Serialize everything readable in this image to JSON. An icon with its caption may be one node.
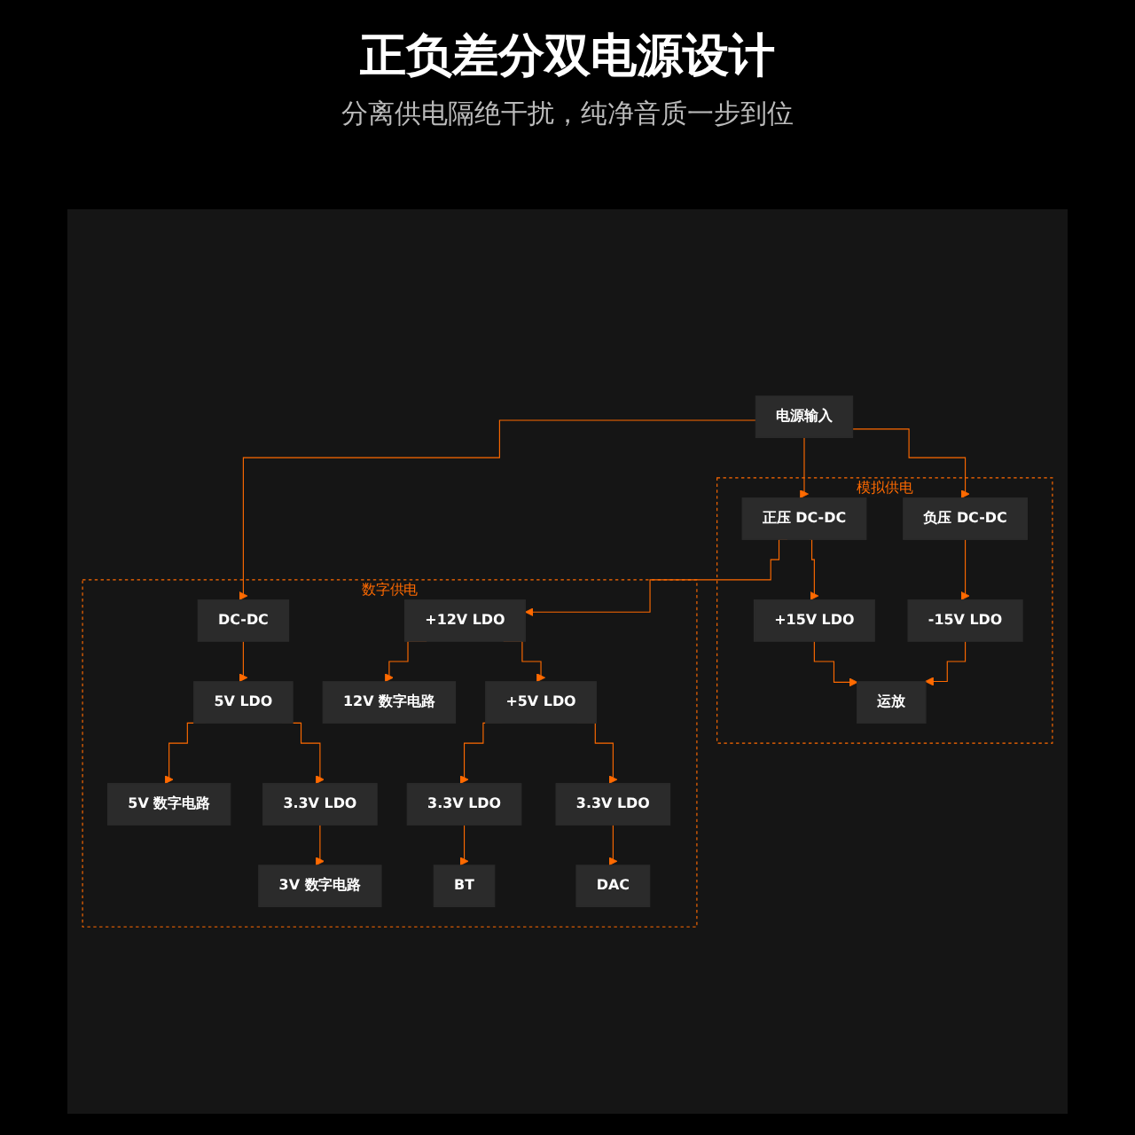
{
  "diagram": {
    "title": "正负差分双电源设计",
    "caption": "分离供电隔绝干扰，纯净音质一步到位",
    "nodes": [
      {
        "text": [
          "电源输入"
        ]
      },
      {
        "text": [
          "数字供电"
        ]
      },
      {
        "text": [
          "DC-DC"
        ],
        "in": 1
      },
      {
        "text": [
          "5V LDO"
        ],
        "in": 1
      },
      {
        "text": [
          "5V 数字电路"
        ],
        "in": 1
      },
      {
        "text": [
          "3.3V LDO"
        ],
        "in": 1
      },
      {
        "text": [
          "3V 数字电路"
        ],
        "in": 1
      },
      {
        "text": [
          "12V 数字电路"
        ],
        "in": 1
      },
      {
        "text": [
          "+12V LDO"
        ],
        "in": 1
      },
      {
        "text": [
          "+5V LDO"
        ],
        "in": 1
      },
      {
        "text": [
          "3.3V LDO"
        ],
        "in": 1
      },
      {
        "text": [
          "3.3V LDO"
        ],
        "in": 1
      },
      {
        "text": [
          "BT"
        ],
        "in": 1
      },
      {
        "text": [
          "DAC"
        ],
        "in": 1
      },
      {
        "text": [
          "模拟供电"
        ]
      },
      {
        "text": [
          "正压 DC-DC"
        ],
        "in": 14
      },
      {
        "text": [
          "负压 DC-DC"
        ],
        "in": 14
      },
      {
        "text": [
          "+15V LDO"
        ],
        "in": 14
      },
      {
        "text": [
          "-15V LDO"
        ],
        "in": 14
      },
      {
        "text": [
          "运放"
        ],
        "in": 14
      }
    ],
    "edges": [
      {
        "from": 0,
        "to": 2,
        "arrow": "to"
      },
      {
        "from": 0,
        "to": 15,
        "arrow": "to"
      },
      {
        "from": 0,
        "to": 16,
        "arrow": "to"
      },
      {
        "from": 2,
        "to": 3,
        "arrow": "to"
      },
      {
        "from": 3,
        "to": 4,
        "arrow": "to"
      },
      {
        "from": 3,
        "to": 5,
        "arrow": "to"
      },
      {
        "from": 5,
        "to": 6,
        "arrow": "to"
      },
      {
        "from": 15,
        "to": 8,
        "arrow": "to"
      },
      {
        "from": 8,
        "to": 7,
        "arrow": "to"
      },
      {
        "from": 8,
        "to": 9,
        "arrow": "to"
      },
      {
        "from": 9,
        "to": 10,
        "arrow": "to"
      },
      {
        "from": 9,
        "to": 11,
        "arrow": "to"
      },
      {
        "from": 10,
        "to": 12,
        "arrow": "to"
      },
      {
        "from": 11,
        "to": 13,
        "arrow": "to"
      },
      {
        "from": 15,
        "to": 17,
        "arrow": "to"
      },
      {
        "from": 16,
        "to": 18,
        "arrow": "to"
      },
      {
        "from": 17,
        "to": 19,
        "arrow": "to"
      },
      {
        "from": 18,
        "to": 19,
        "arrow": "to"
      }
    ]
  }
}
